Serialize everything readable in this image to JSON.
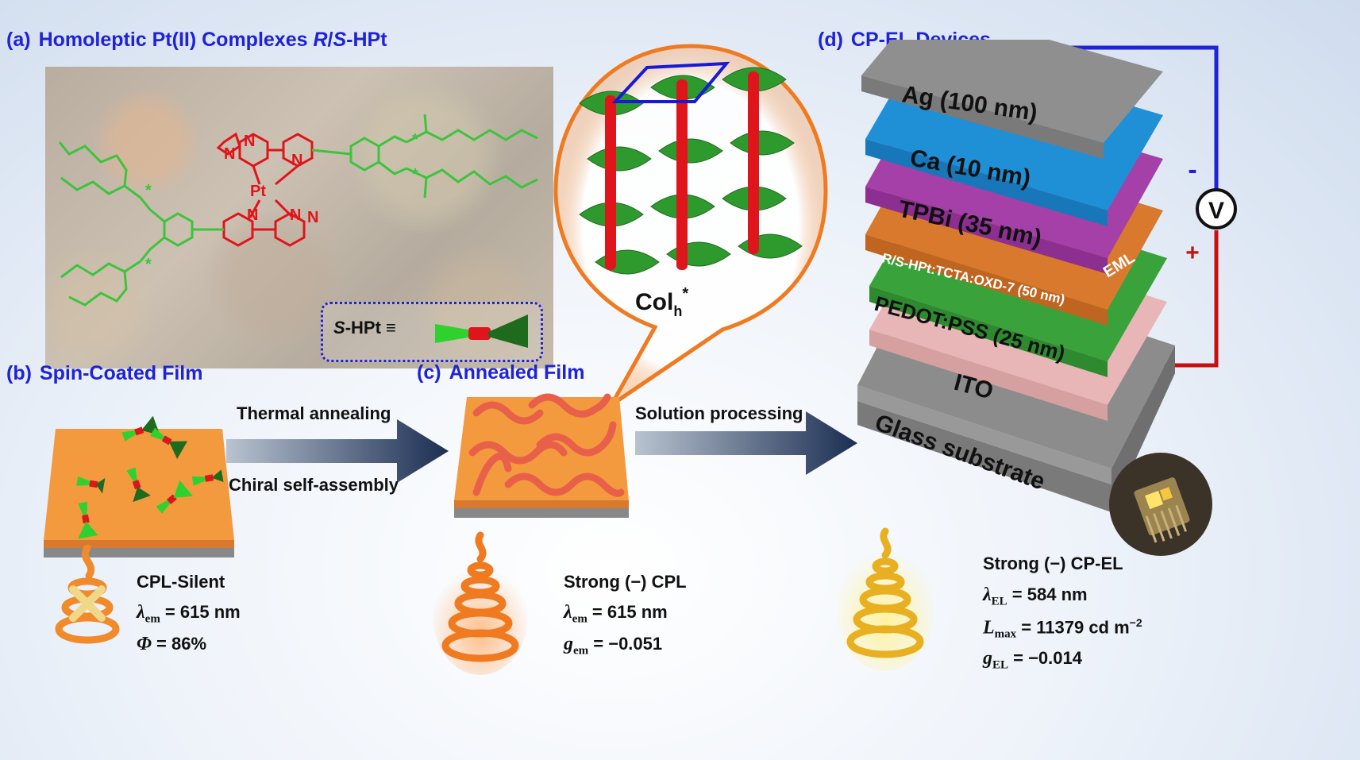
{
  "panel_a": {
    "tag": "(a)",
    "title_part1": "Homoleptic Pt(II) Complexes ",
    "title_italic": "R",
    "title_slash": "/",
    "title_italic2": "S",
    "title_part2": "-HPt",
    "legend_label_italic": "S",
    "legend_label_rest": "-HPt ≡",
    "atom_pt": "Pt",
    "atom_n": "N",
    "chiral_mark": "*"
  },
  "panel_b": {
    "tag": "(b)",
    "title": "Spin-Coated Film",
    "prop1": "CPL-Silent",
    "prop2_sym": "λ",
    "prop2_sub": "em",
    "prop2_val": " = 615 nm",
    "prop3_sym": "Φ",
    "prop3_val": " = 86%"
  },
  "panel_c": {
    "tag": "(c)",
    "title": "Annealed Film",
    "callout_label": "Col",
    "callout_sub": "h",
    "callout_sup": "*",
    "prop1": "Strong (−) CPL",
    "prop2_sym": "λ",
    "prop2_sub": "em",
    "prop2_val": " = 615 nm",
    "prop3_sym": "g",
    "prop3_sub": "em",
    "prop3_val": " = −0.051"
  },
  "panel_d": {
    "tag": "(d)",
    "title": "CP-EL Devices",
    "layers": [
      {
        "label": "Ag (100 nm)",
        "color": "#8f8f8f"
      },
      {
        "label": "Ca (10 nm)",
        "color": "#1f8fd6"
      },
      {
        "label": "TPBi (35 nm)",
        "color": "#a440a8"
      },
      {
        "label": "R/S-HPt:TCTA:OXD-7 (50 nm)",
        "color": "#d9792e"
      },
      {
        "label": "PEDOT:PSS (25 nm)",
        "color": "#3aa23a"
      },
      {
        "label": "ITO",
        "color": "#e8b6b6"
      },
      {
        "label": "Glass substrate",
        "color": "#8c8c8c"
      }
    ],
    "eml_label": "EML",
    "voltmeter": "V",
    "minus": "-",
    "plus": "+",
    "prop1": "Strong (−) CP-EL",
    "prop2_sym": "λ",
    "prop2_sub": "EL",
    "prop2_val": " = 584 nm",
    "prop3_sym": "L",
    "prop3_sub": "max",
    "prop3_val": " = 11379 cd m",
    "prop3_sup": "−2",
    "prop4_sym": "g",
    "prop4_sub": "EL",
    "prop4_val": " = −0.014"
  },
  "arrows": {
    "arrow1_top": "Thermal annealing",
    "arrow1_bottom": "Chiral self-assembly",
    "arrow2_top": "Solution processing"
  },
  "colors": {
    "heading_blue": "#1f22d6",
    "film_orange": "#f39a3f",
    "green": "#2fa02f",
    "red": "#e0141b",
    "arrow_navy": "#1b2e52",
    "wire_blue": "#1f22d6",
    "wire_red": "#c81010"
  }
}
